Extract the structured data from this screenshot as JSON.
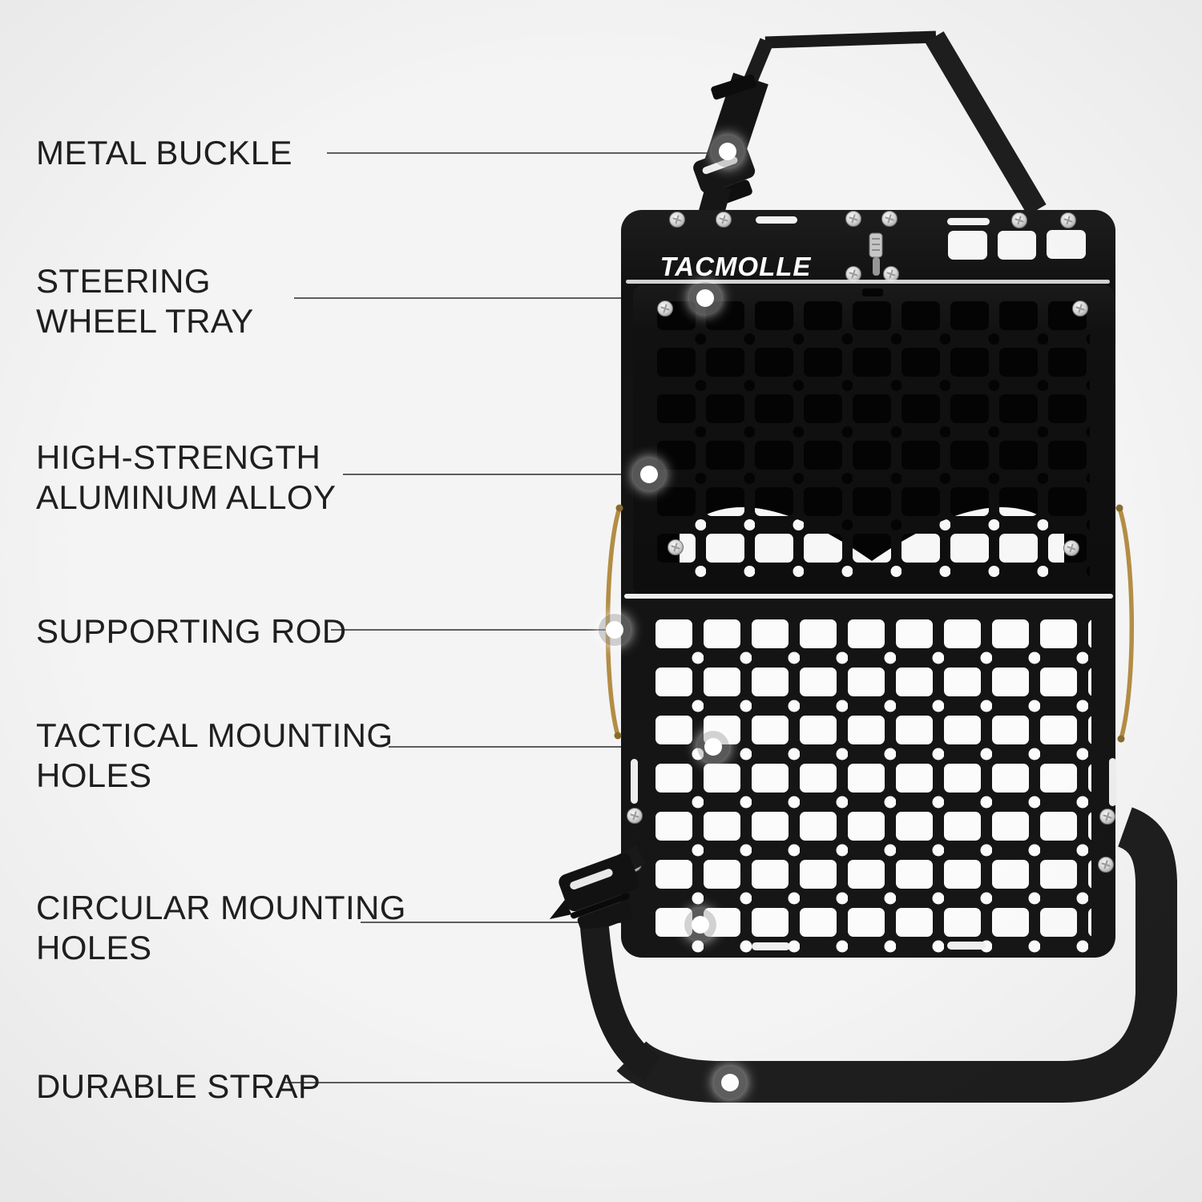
{
  "brand": {
    "logo_text": "TACMOLLE"
  },
  "features": [
    {
      "name": "metal-buckle",
      "lines": [
        "METAL BUCKLE"
      ]
    },
    {
      "name": "steering-wheel-tray",
      "lines": [
        "STEERING",
        "WHEEL TRAY"
      ]
    },
    {
      "name": "high-strength-aluminum-alloy",
      "lines": [
        "HIGH-STRENGTH",
        "ALUMINUM ALLOY"
      ]
    },
    {
      "name": "supporting-rod",
      "lines": [
        "SUPPORTING ROD"
      ]
    },
    {
      "name": "tactical-mounting-holes",
      "lines": [
        "TACTICAL MOUNTING",
        "HOLES"
      ]
    },
    {
      "name": "circular-mounting-holes",
      "lines": [
        "CIRCULAR MOUNTING",
        "HOLES"
      ]
    },
    {
      "name": "durable-strap",
      "lines": [
        "DURABLE STRAP"
      ]
    }
  ],
  "colors": {
    "background": "#f4f4f4",
    "panel_black": "#151515",
    "tray_black": "#101010",
    "hole_white": "#fbfbfb",
    "rod_gold": "#b38d45",
    "strap_black": "#1c1c1c",
    "label_text": "#1f1f1f",
    "connector_line": "#5d5d5d",
    "marker_white": "#ffffff",
    "logo_white": "#fdfdfd"
  }
}
